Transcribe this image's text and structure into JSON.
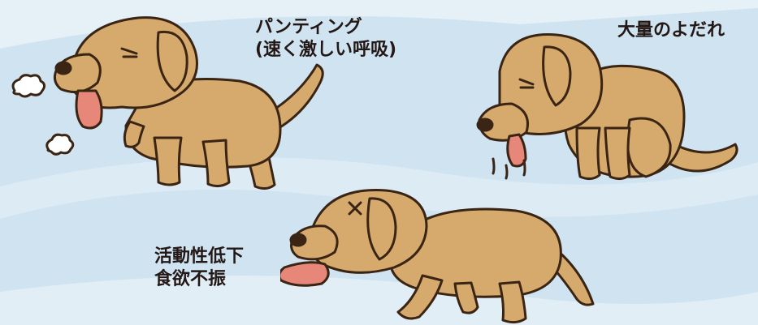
{
  "labels": {
    "panting_line1": "パンティング",
    "panting_line2": "(速く激しい呼吸)",
    "drooling": "大量のよだれ",
    "lethargy_line1": "活動性低下",
    "lethargy_line2": "食欲不振"
  },
  "colors": {
    "background": "#cfe3f1",
    "dog_fur": "#d6aa6c",
    "outline": "#3a2414",
    "tongue": "#e7877a",
    "text": "#231815"
  }
}
